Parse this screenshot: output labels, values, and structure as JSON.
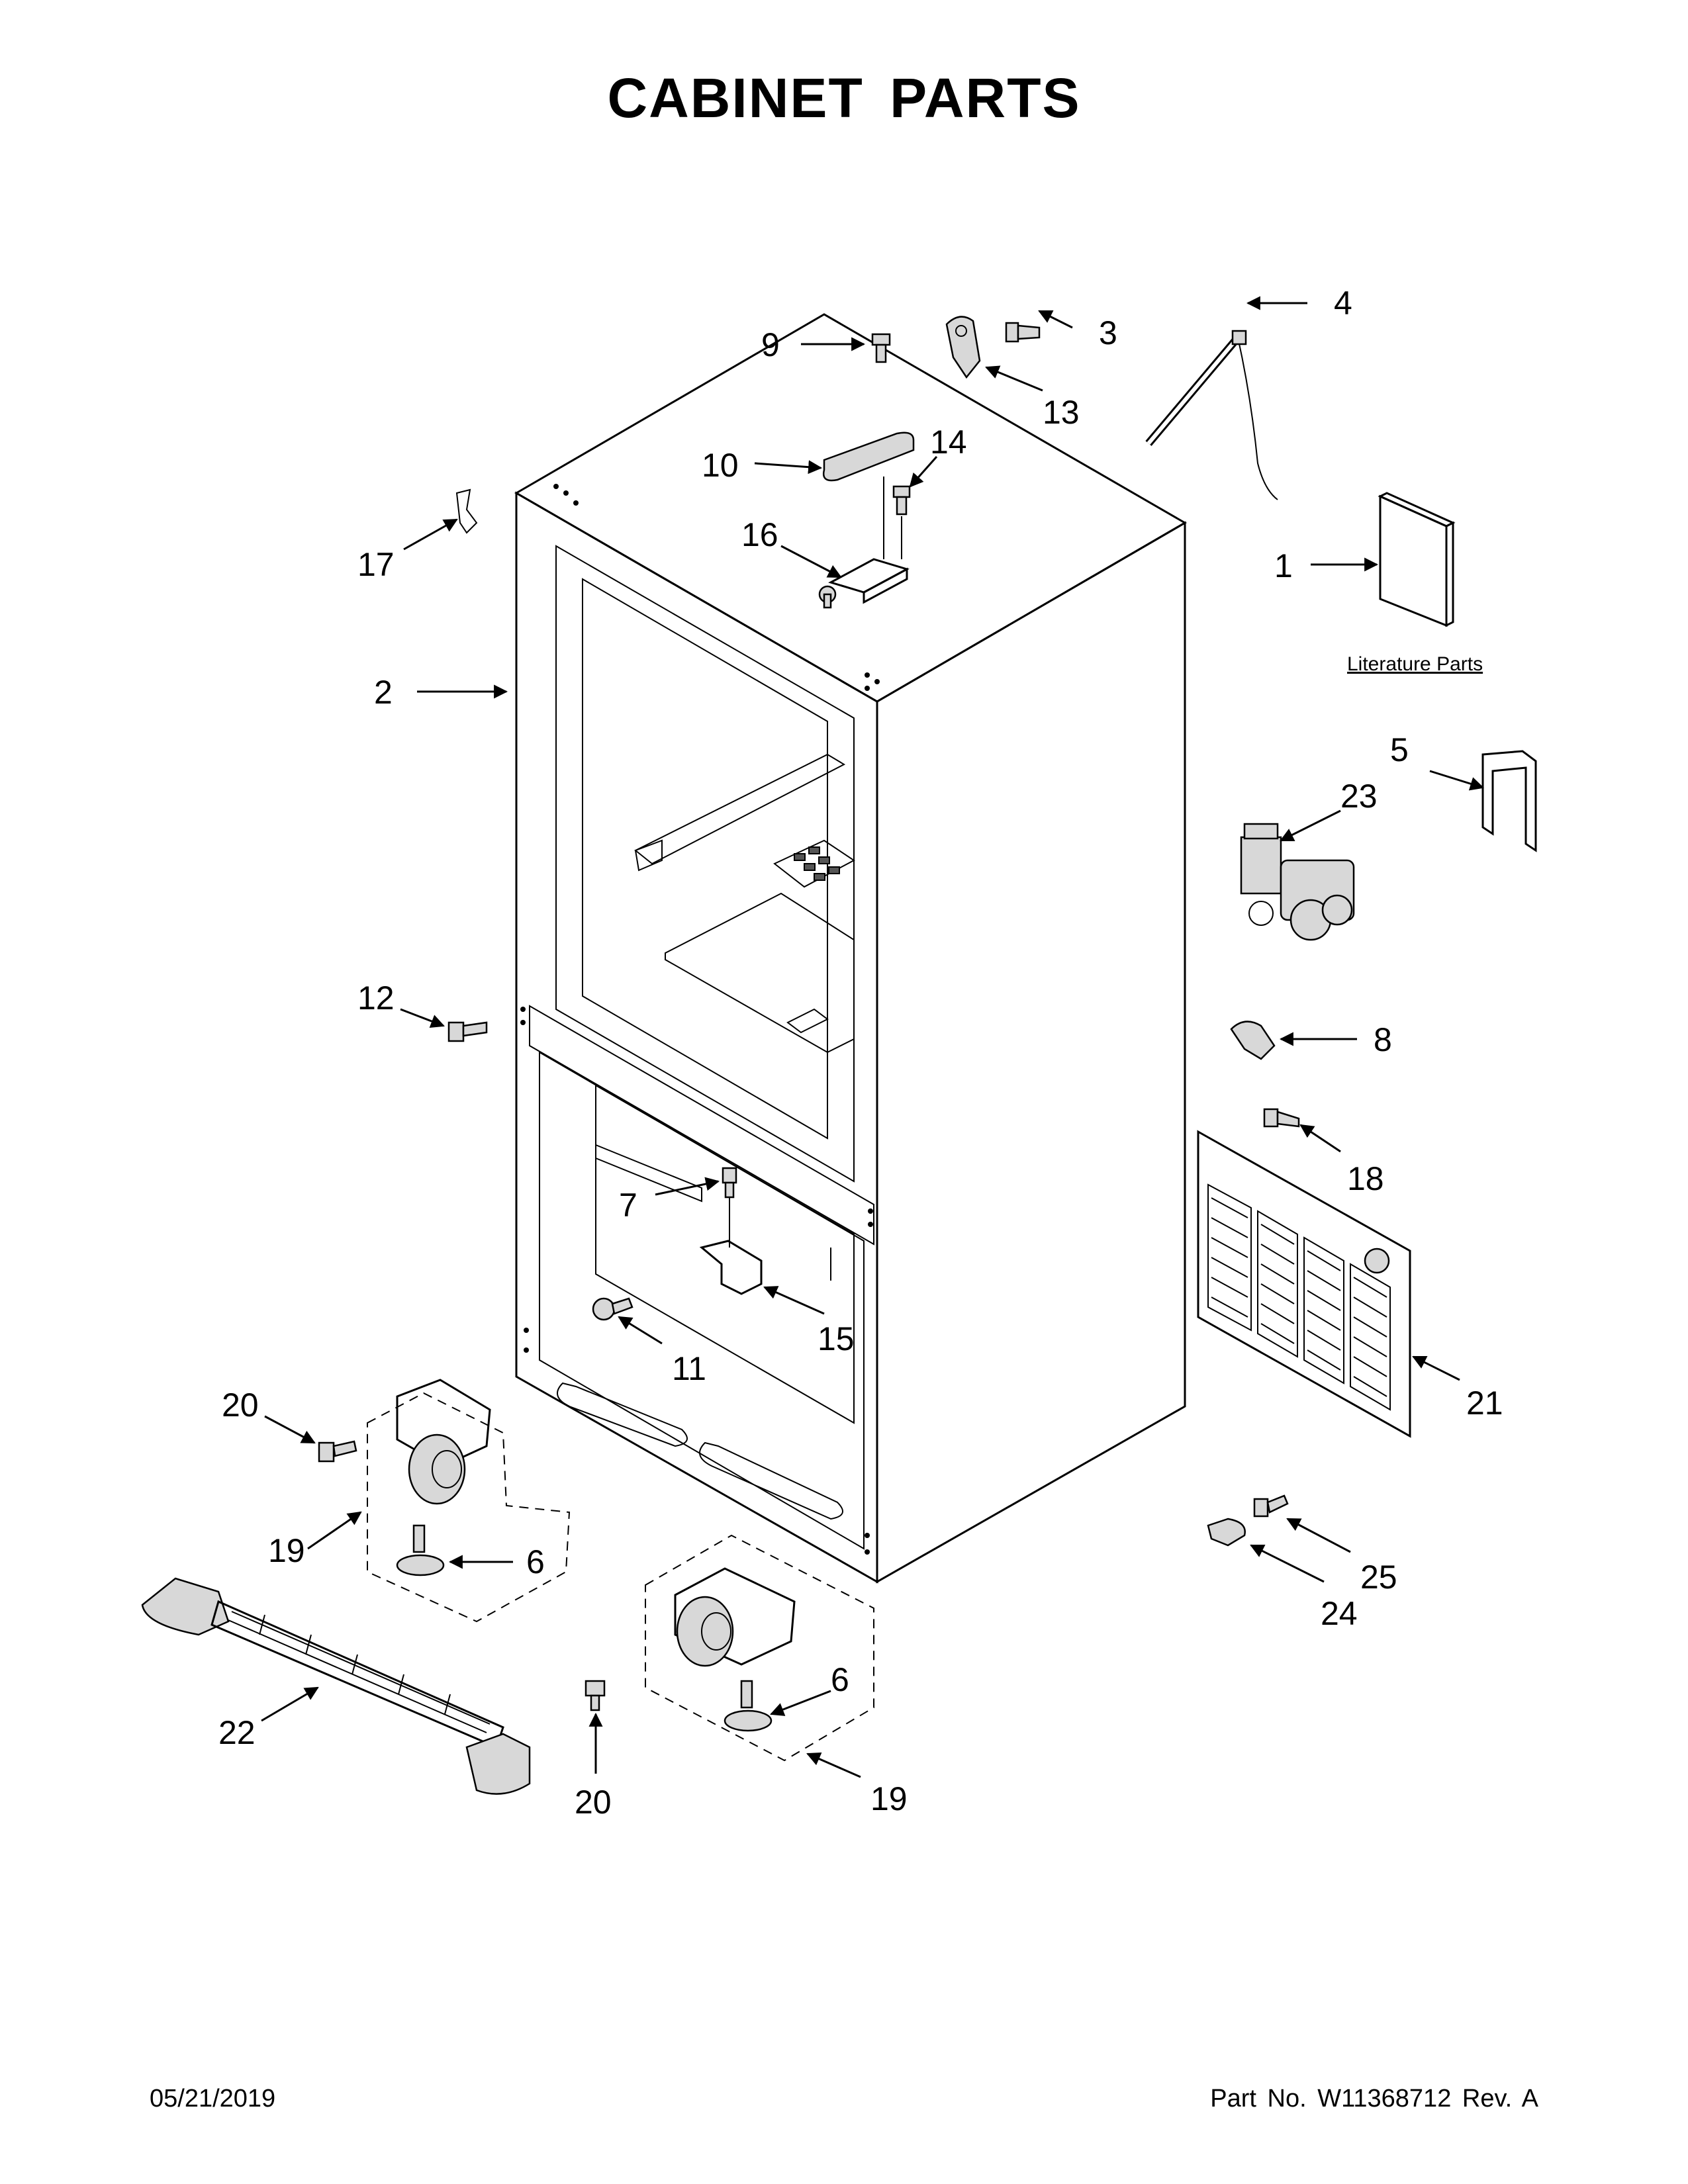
{
  "title": "CABINET PARTS",
  "literature_label": "Literature Parts",
  "callouts": {
    "c1": "1",
    "c2": "2",
    "c3": "3",
    "c4": "4",
    "c5": "5",
    "c6a": "6",
    "c6b": "6",
    "c7": "7",
    "c8": "8",
    "c9": "9",
    "c10": "10",
    "c11": "11",
    "c12": "12",
    "c13": "13",
    "c14": "14",
    "c15": "15",
    "c16": "16",
    "c17": "17",
    "c18": "18",
    "c19a": "19",
    "c19b": "19",
    "c20a": "20",
    "c20b": "20",
    "c21": "21",
    "c22": "22",
    "c23": "23",
    "c24": "24",
    "c25": "25"
  },
  "footer": {
    "date": "05/21/2019",
    "part_number": "Part No.  W11368712  Rev.  A"
  }
}
